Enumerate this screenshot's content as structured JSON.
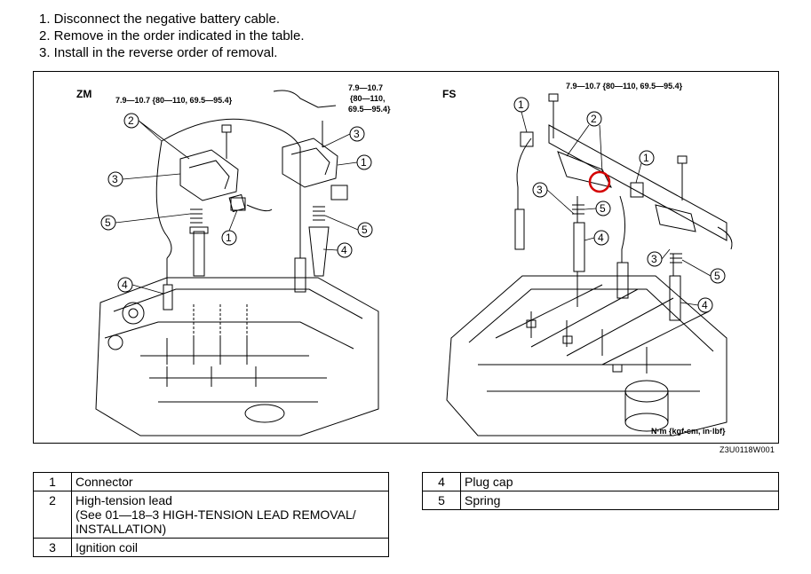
{
  "instructions": [
    "1.  Disconnect the negative battery cable.",
    "2.  Remove in the order indicated in the table.",
    "3.  Install in the reverse order of removal."
  ],
  "figure": {
    "zm": {
      "label": "ZM",
      "torque_main": "7.9—10.7 {80—110, 69.5—95.4}",
      "torque_right_l1": "7.9—10.7",
      "torque_right_l2": "{80—110,",
      "torque_right_l3": "69.5—95.4}"
    },
    "fs": {
      "label": "FS",
      "torque": "7.9—10.7 {80—110, 69.5—95.4}"
    },
    "units": "N·m {kgf-cm, in·lbf}",
    "callouts": [
      "1",
      "2",
      "3",
      "4",
      "5"
    ],
    "code": "Z3U0118W001"
  },
  "table_left": [
    {
      "num": "1",
      "text": "Connector"
    },
    {
      "num": "2",
      "text": "High-tension lead",
      "sub1": "(See 01—18–3 HIGH-TENSION LEAD REMOVAL/",
      "sub2": "INSTALLATION)"
    },
    {
      "num": "3",
      "text": "Ignition coil"
    }
  ],
  "table_right": [
    {
      "num": "4",
      "text": "Plug cap"
    },
    {
      "num": "5",
      "text": "Spring"
    }
  ]
}
